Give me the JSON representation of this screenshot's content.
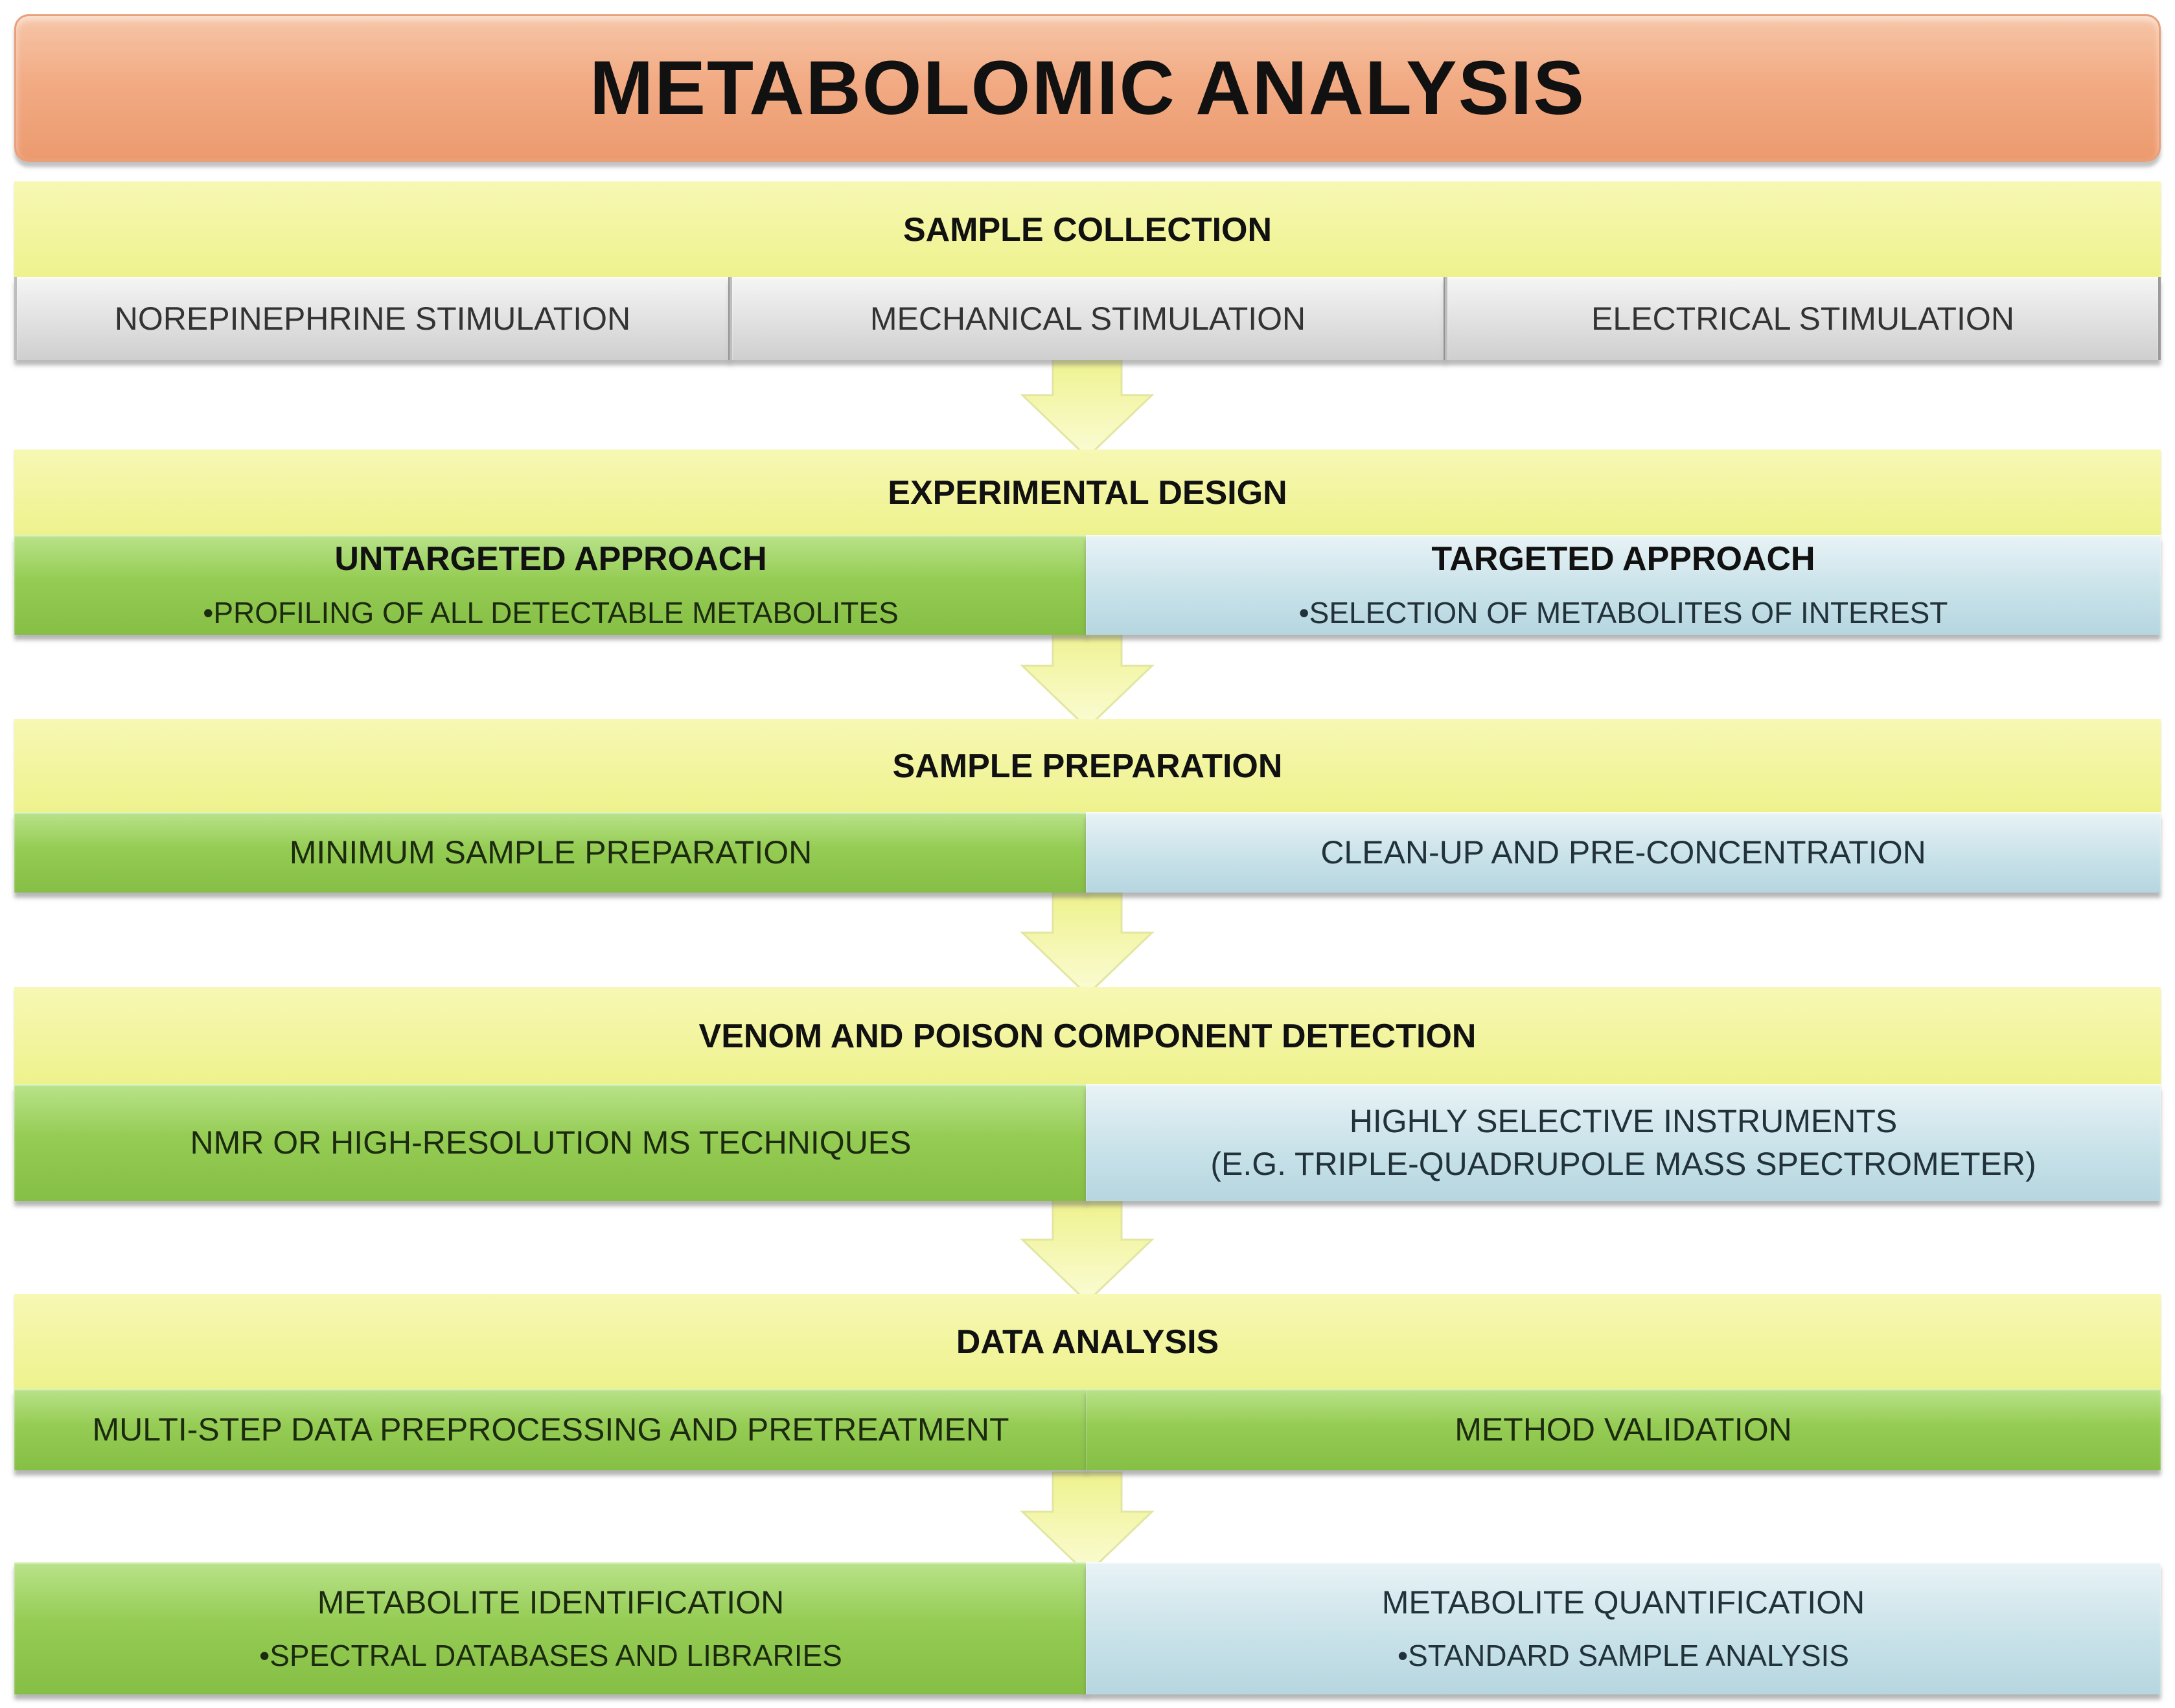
{
  "title": "METABOLOMIC  ANALYSIS",
  "sample_collection": {
    "header": "SAMPLE COLLECTION",
    "items": [
      "NOREPINEPHRINE STIMULATION",
      "MECHANICAL STIMULATION",
      "ELECTRICAL STIMULATION"
    ]
  },
  "experimental_design": {
    "header": "EXPERIMENTAL DESIGN",
    "untargeted": {
      "title": "UNTARGETED APPROACH",
      "bullet": "•PROFILING OF ALL DETECTABLE METABOLITES"
    },
    "targeted": {
      "title": "TARGETED APPROACH",
      "bullet": "•SELECTION OF METABOLITES OF INTEREST"
    }
  },
  "sample_preparation": {
    "header": "SAMPLE PREPARATION",
    "left": "MINIMUM  SAMPLE  PREPARATION",
    "right": "CLEAN-UP AND PRE-CONCENTRATION"
  },
  "detection": {
    "header": "VENOM AND POISON COMPONENT DETECTION",
    "left": "NMR OR HIGH-RESOLUTION MS TECHNIQUES",
    "right_line1": "HIGHLY SELECTIVE INSTRUMENTS",
    "right_line2": "(E.G.  TRIPLE-QUADRUPOLE MASS SPECTROMETER)"
  },
  "data_analysis": {
    "header": "DATA ANALYSIS",
    "left": "MULTI-STEP DATA PREPROCESSING AND PRETREATMENT",
    "right": "METHOD VALIDATION"
  },
  "results": {
    "identification": {
      "title": "METABOLITE IDENTIFICATION",
      "bullet": "•SPECTRAL DATABASES AND LIBRARIES"
    },
    "quantification": {
      "title": "METABOLITE QUANTIFICATION",
      "bullet": "•STANDARD SAMPLE ANALYSIS"
    }
  },
  "colors": {
    "title_fill": "#f2ab84",
    "header_fill": "#eef28c",
    "grey_fill": "#d8d8d8",
    "untargeted_fill": "#95cc54",
    "targeted_fill": "#c9e2e9",
    "arrow_fill": "#f3f5a0"
  }
}
